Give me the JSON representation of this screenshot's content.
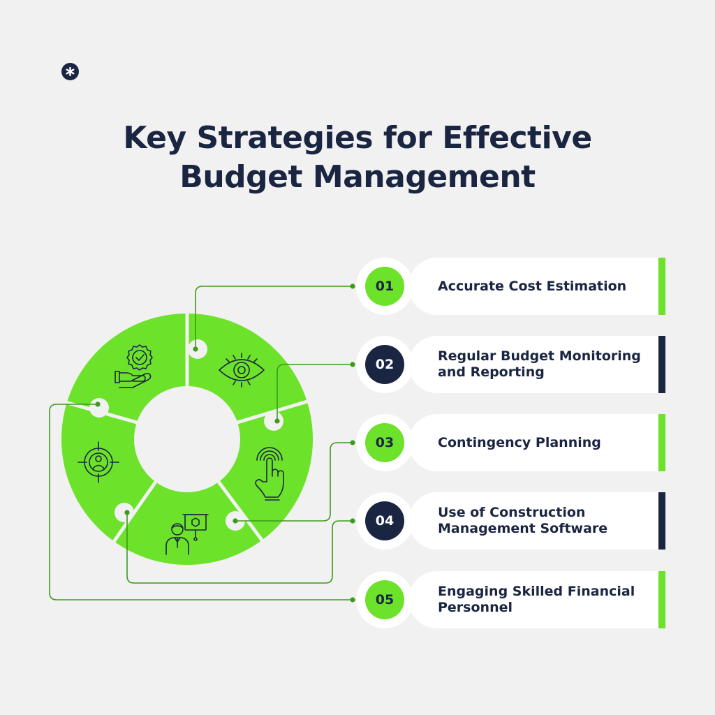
{
  "title": {
    "line1": "Key Strategies for Effective",
    "line2": "Budget Management"
  },
  "colors": {
    "navy": "#1a2541",
    "green": "#6de22a",
    "connector": "#3d9a1a",
    "background": "#f1f1f1",
    "card": "#ffffff"
  },
  "segment_icons": [
    "hand-badge-icon",
    "eye-icon",
    "touch-hand-icon",
    "presenter-icon",
    "target-person-icon"
  ],
  "items": [
    {
      "number": "01",
      "label": "Accurate Cost Estimation",
      "style": "green"
    },
    {
      "number": "02",
      "label": "Regular Budget Monitoring and Reporting",
      "style": "navy"
    },
    {
      "number": "03",
      "label": "Contingency Planning",
      "style": "green"
    },
    {
      "number": "04",
      "label": "Use of Construction Management Software",
      "style": "navy"
    },
    {
      "number": "05",
      "label": "Engaging Skilled Financial Personnel",
      "style": "green"
    }
  ]
}
